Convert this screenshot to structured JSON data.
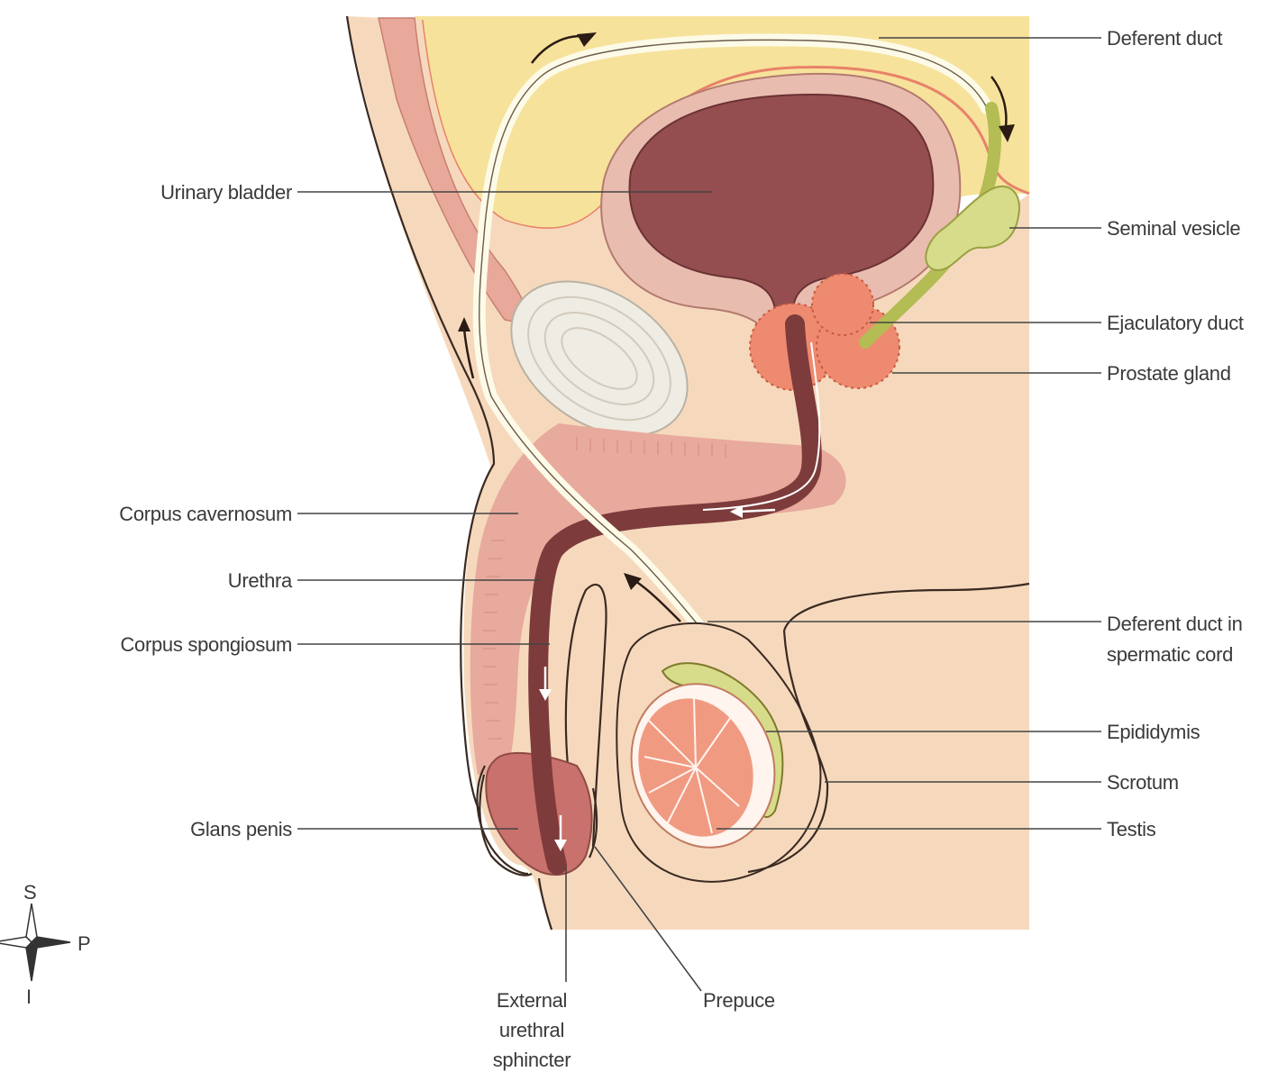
{
  "labels": {
    "deferent_duct": "Deferent duct",
    "urinary_bladder": "Urinary bladder",
    "seminal_vesicle": "Seminal vesicle",
    "ejaculatory_duct": "Ejaculatory duct",
    "prostate_gland": "Prostate gland",
    "corpus_cavernosum": "Corpus cavernosum",
    "urethra": "Urethra",
    "corpus_spongiosum": "Corpus spongiosum",
    "deferent_duct_cord_line1": "Deferent duct in",
    "deferent_duct_cord_line2": "spermatic cord",
    "epididymis": "Epididymis",
    "scrotum": "Scrotum",
    "testis": "Testis",
    "glans_penis": "Glans penis",
    "external_sphincter_line1": "External",
    "external_sphincter_line2": "urethral",
    "external_sphincter_line3": "sphincter",
    "prepuce": "Prepuce"
  },
  "compass": {
    "superior": "S",
    "inferior": "I",
    "posterior": "P"
  },
  "colors": {
    "abdomen_yellow": "#f7e29b",
    "skin_peach": "#f6d9bd",
    "bladder_dark": "#954e50",
    "bladder_wall": "#e8bcae",
    "prostate": "#ee8a6f",
    "erectile_pink": "#e7aa9c",
    "seminal_green": "#d7dc8a",
    "testis_orange": "#f19a82",
    "pubic_bone": "#efece4"
  }
}
